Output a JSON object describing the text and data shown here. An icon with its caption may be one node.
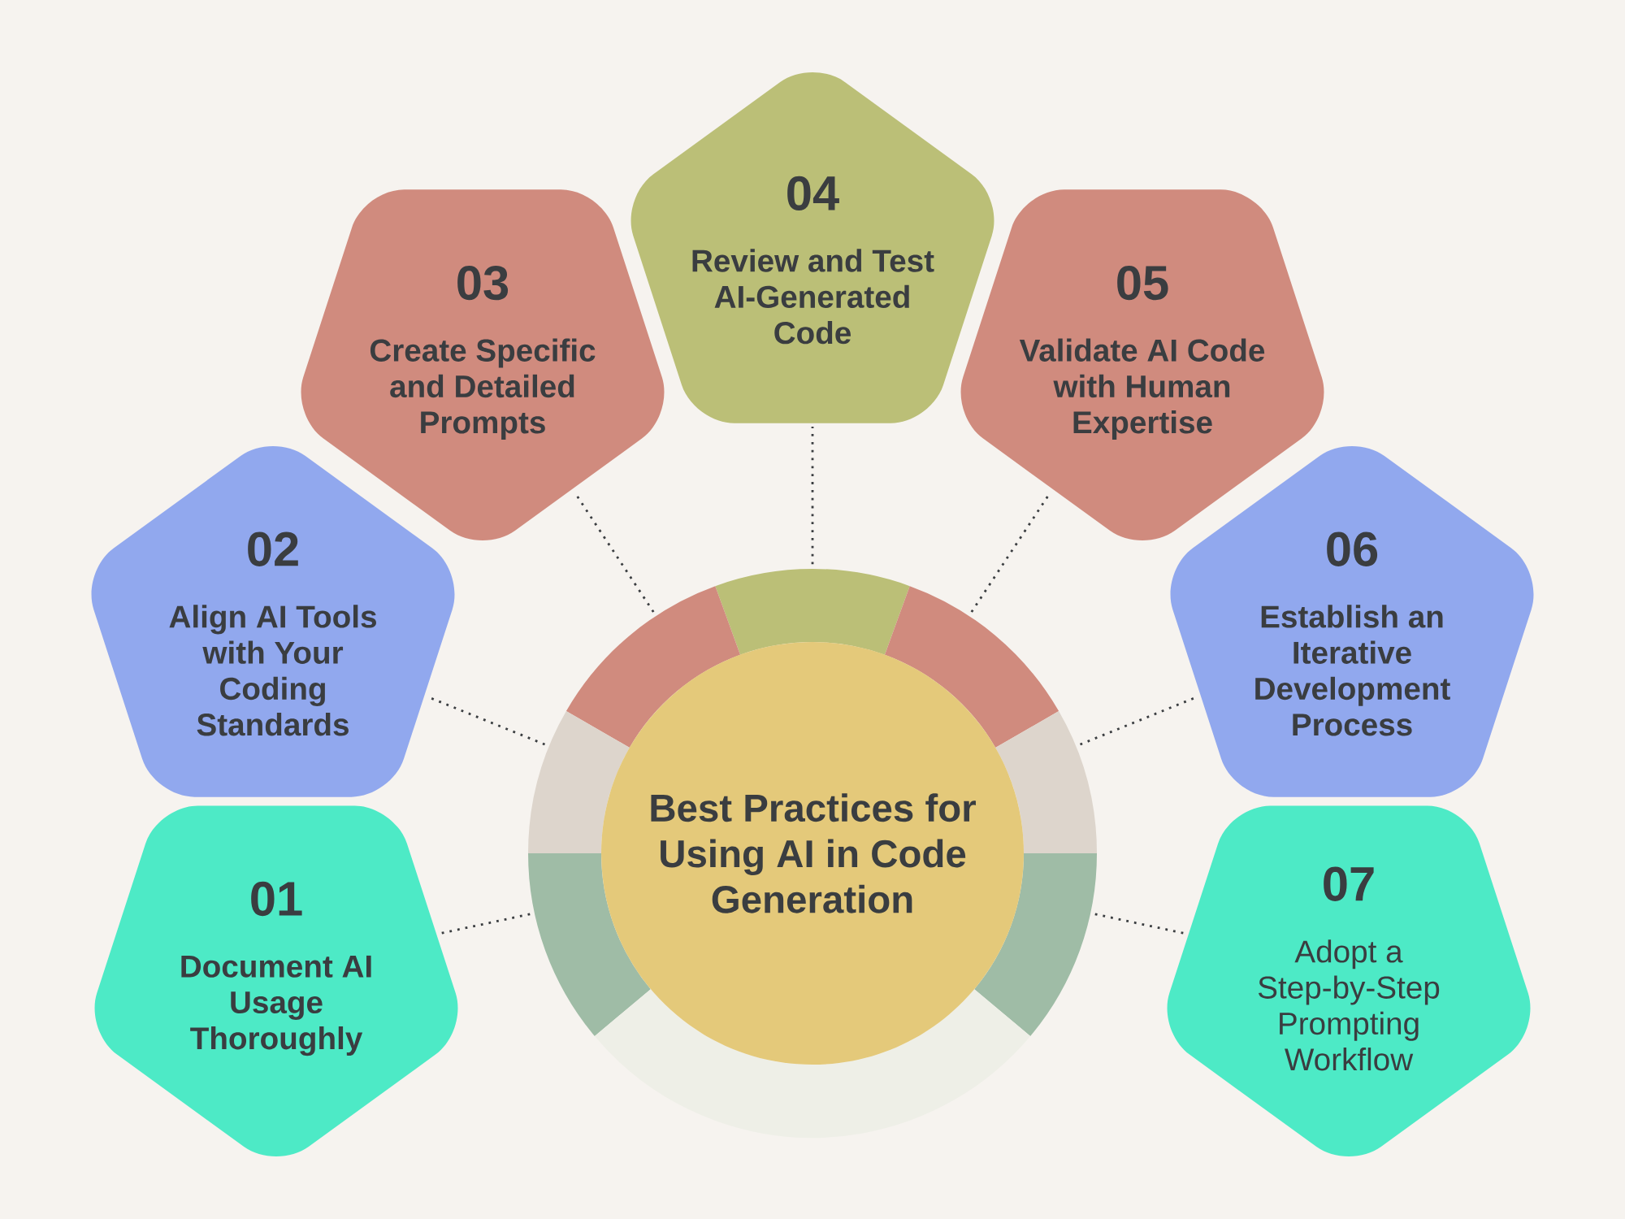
{
  "diagram": {
    "nodes": [
      {
        "text": [
          "01",
          "Document AI Usage Thoroughly"
        ]
      },
      {
        "text": [
          "02",
          "Align AI Tools with Your Coding Standards"
        ]
      },
      {
        "text": [
          "03",
          "Create Specific and Detailed Prompts"
        ]
      },
      {
        "text": [
          "04",
          "Review and Test AI-Generated Code"
        ]
      },
      {
        "text": [
          "05",
          "Validate AI Code with Human Expertise"
        ]
      },
      {
        "text": [
          "06",
          "Establish an Iterative Development Process"
        ]
      },
      {
        "text": [
          "07",
          "Adopt a Step-by-Step Prompting Workflow"
        ]
      },
      {
        "text": [
          "Best Practices for Using AI in Code Generation"
        ]
      }
    ],
    "edges": [
      {
        "from": 7,
        "to": 0,
        "arrow": "none",
        "style": "dashed"
      },
      {
        "from": 7,
        "to": 1,
        "arrow": "none",
        "style": "dashed"
      },
      {
        "from": 7,
        "to": 2,
        "arrow": "none",
        "style": "dashed"
      },
      {
        "from": 7,
        "to": 3,
        "arrow": "none",
        "style": "dashed"
      },
      {
        "from": 7,
        "to": 4,
        "arrow": "none",
        "style": "dashed"
      },
      {
        "from": 7,
        "to": 5,
        "arrow": "none",
        "style": "dashed"
      },
      {
        "from": 7,
        "to": 6,
        "arrow": "none",
        "style": "dashed"
      }
    ]
  }
}
